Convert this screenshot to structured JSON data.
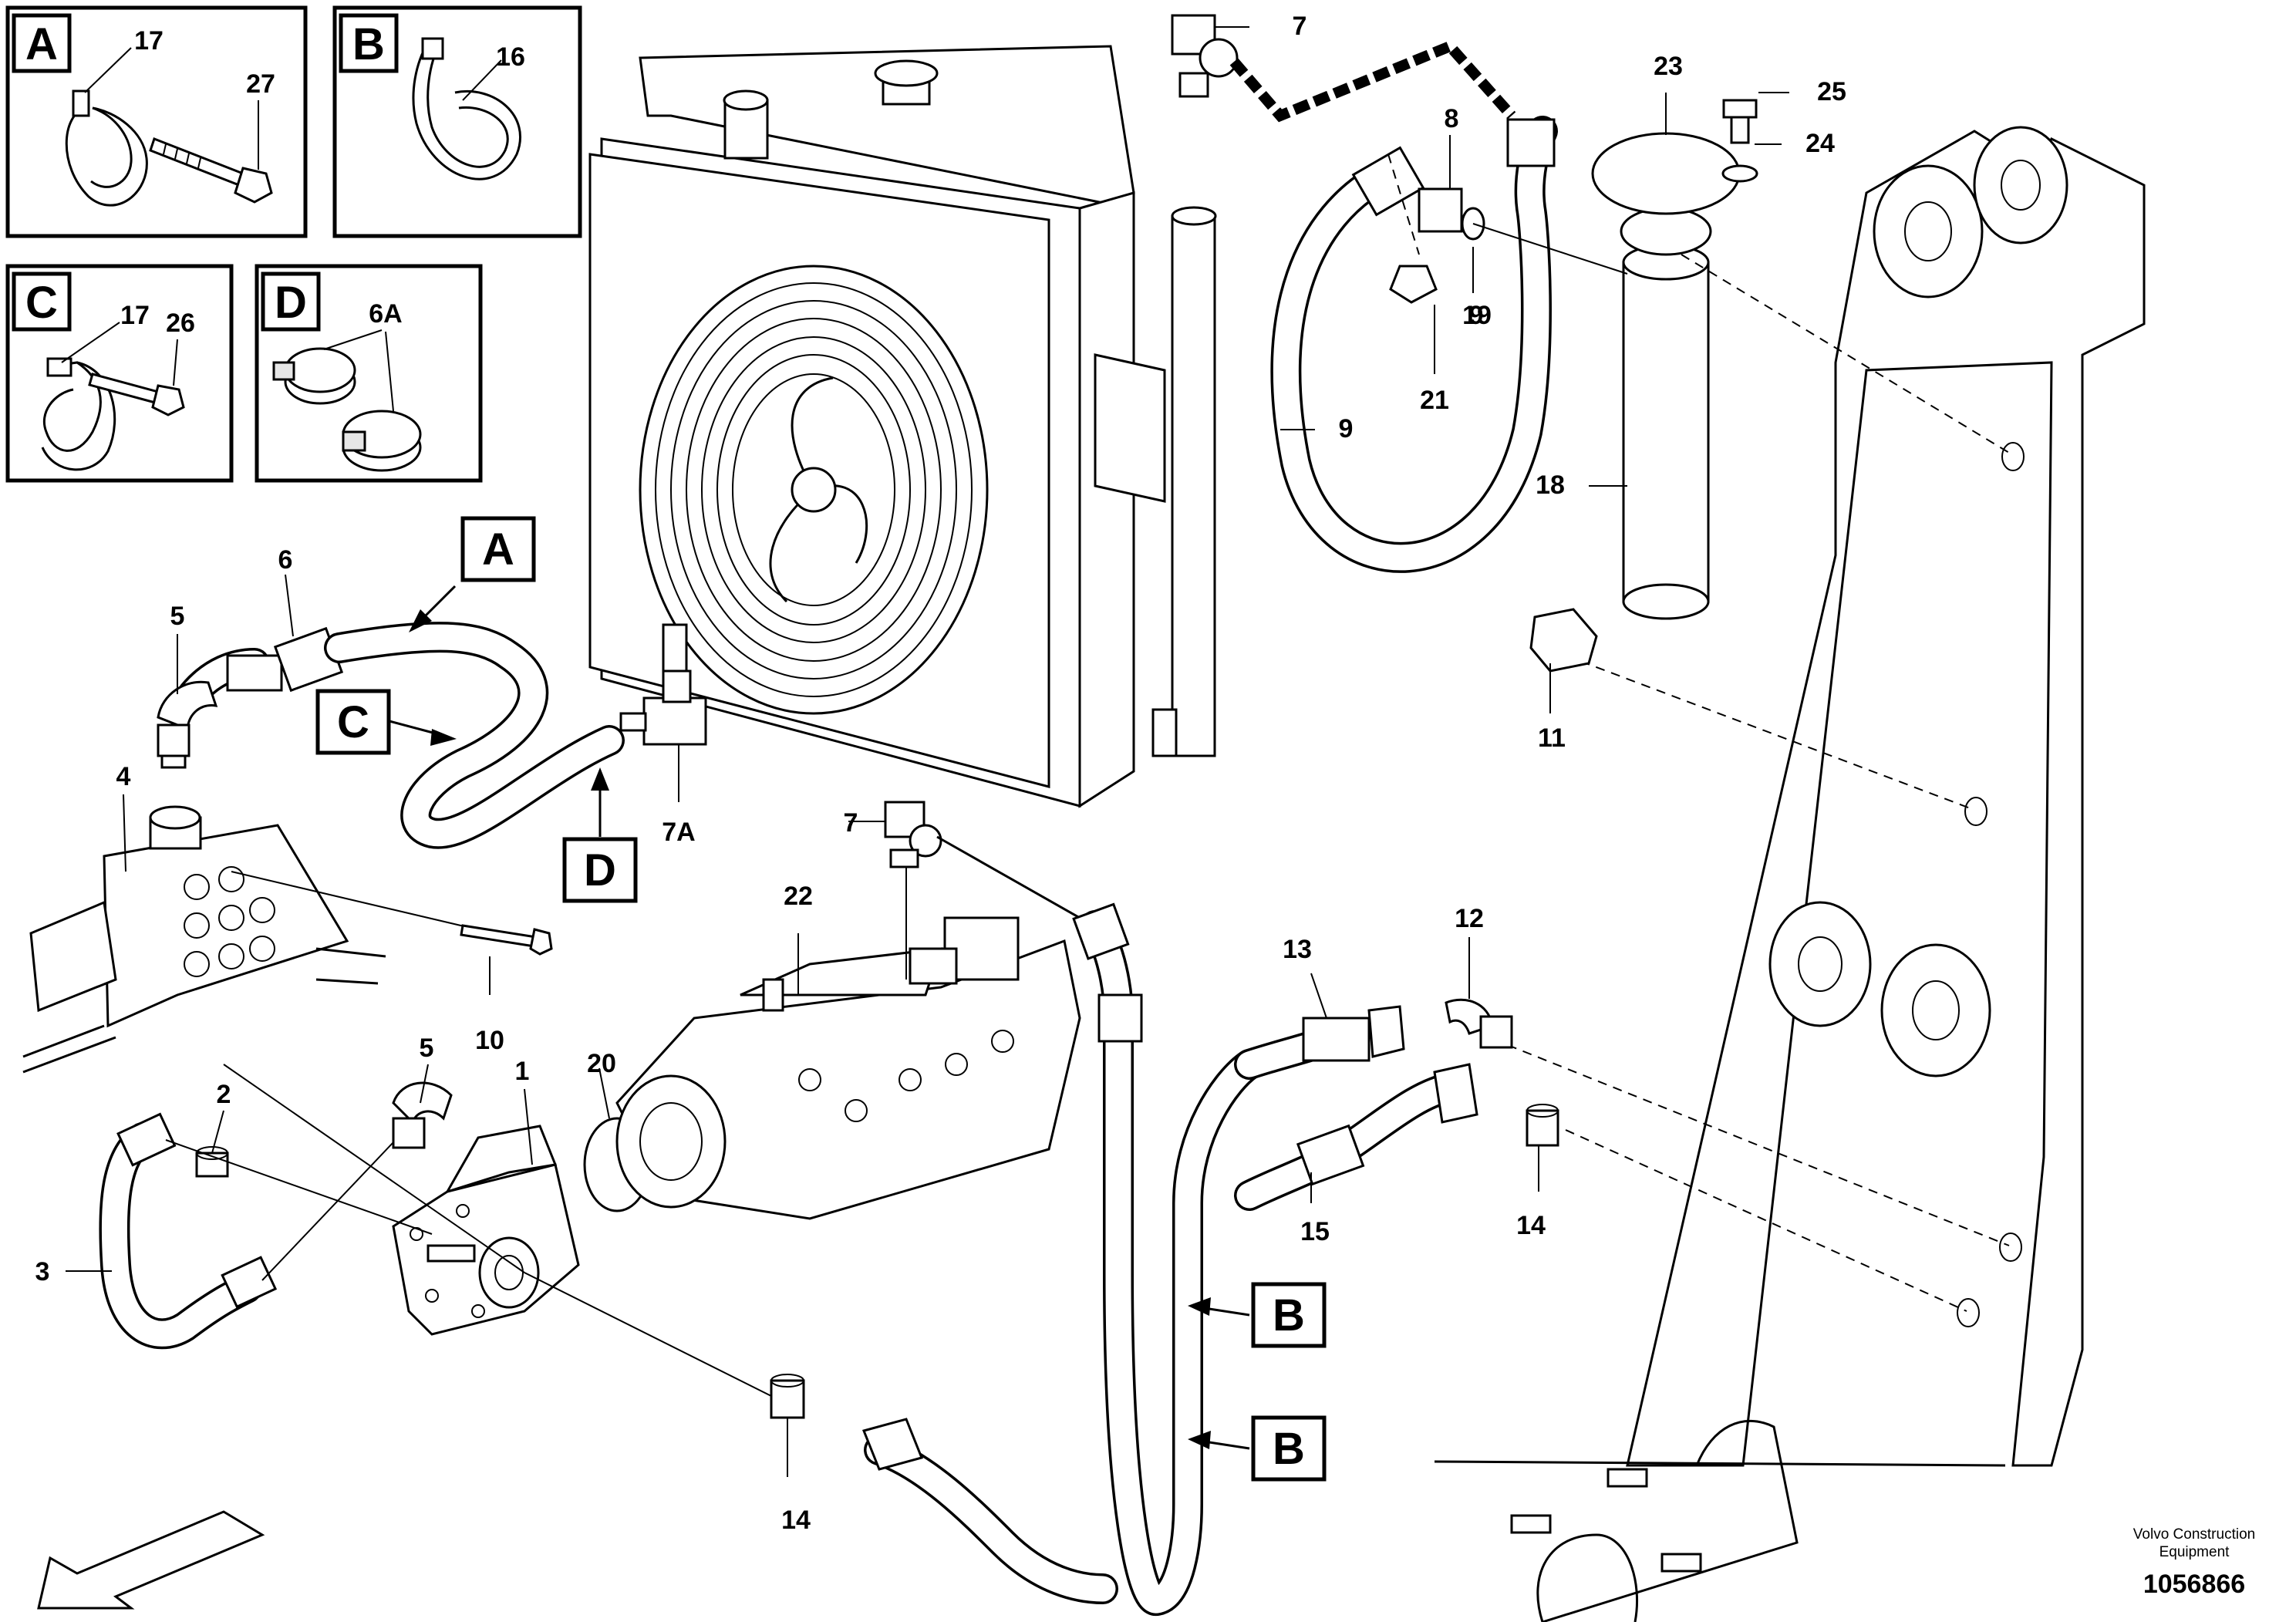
{
  "detail_boxes": [
    {
      "letter": "A",
      "labels": [
        "17",
        "27"
      ]
    },
    {
      "letter": "B",
      "labels": [
        "16"
      ]
    },
    {
      "letter": "C",
      "labels": [
        "17",
        "26"
      ]
    },
    {
      "letter": "D",
      "labels": [
        "6A"
      ]
    }
  ],
  "callouts": {
    "c1": "1",
    "c2": "2",
    "c3": "3",
    "c4": "4",
    "c5a": "5",
    "c5b": "5",
    "c6": "6",
    "c7a": "7",
    "c7b": "7",
    "c7A": "7A",
    "c8": "8",
    "c9": "9",
    "c10": "10",
    "c11": "11",
    "c12": "12",
    "c13": "13",
    "c14a": "14",
    "c14b": "14",
    "c15": "15",
    "c18": "18",
    "c19": "19",
    "c20": "20",
    "c21": "21",
    "c22": "22",
    "c23": "23",
    "c24": "24",
    "c25": "25"
  },
  "badges": {
    "a": "A",
    "c": "C",
    "d": "D",
    "b1": "B",
    "b2": "B"
  },
  "credit": {
    "line1": "Volvo Construction",
    "line2": "Equipment",
    "number": "1056866"
  }
}
